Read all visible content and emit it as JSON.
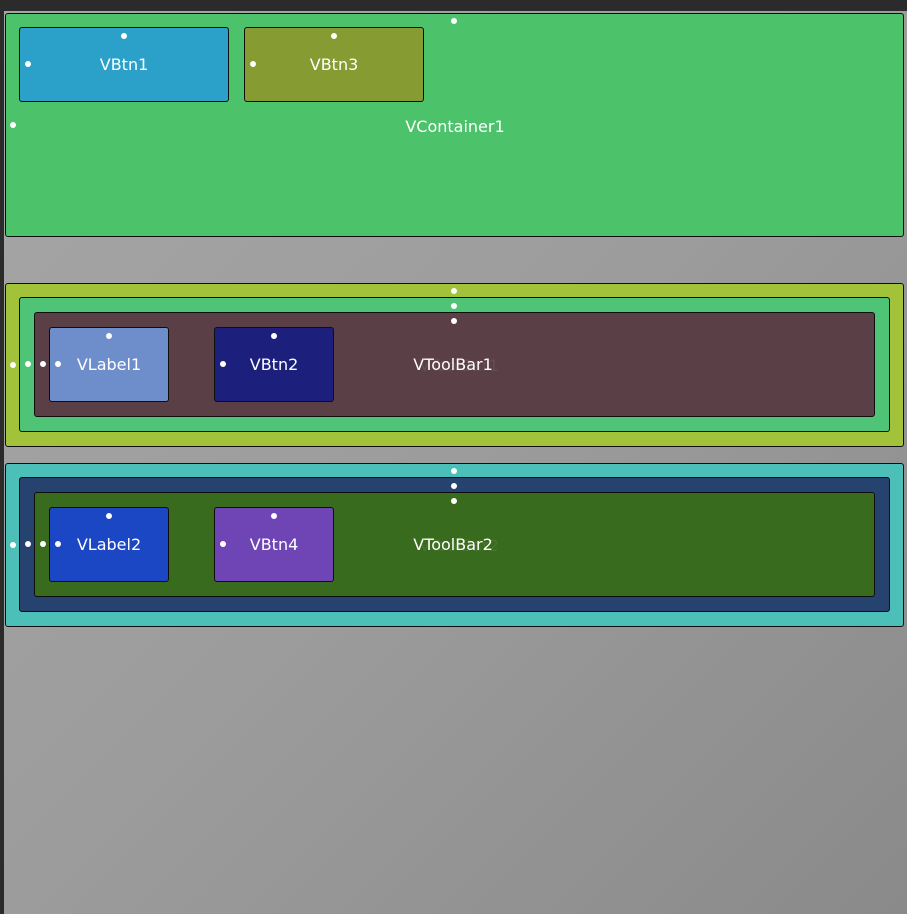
{
  "container1": {
    "label": "VContainer1",
    "color": "#4cc26b"
  },
  "btn1": {
    "label": "VBtn1",
    "color": "#2ba0c9"
  },
  "btn3": {
    "label": "VBtn3",
    "color": "#869c33"
  },
  "toolbar1": {
    "label": "VToolBar1",
    "outer_color": "#a2c23a",
    "middle_color": "#4fc476",
    "inner_color": "#5a3f46",
    "label1": {
      "label": "VLabel1",
      "color": "#6d8dcb"
    },
    "btn2": {
      "label": "VBtn2",
      "color": "#1d1f7c"
    }
  },
  "toolbar2": {
    "label": "VToolBar2",
    "outer_color": "#4cbfb8",
    "middle_color": "#26426e",
    "inner_color": "#386b1d",
    "label2": {
      "label": "VLabel2",
      "color": "#1b46c4"
    },
    "btn4": {
      "label": "VBtn4",
      "color": "#6f45b6"
    }
  }
}
